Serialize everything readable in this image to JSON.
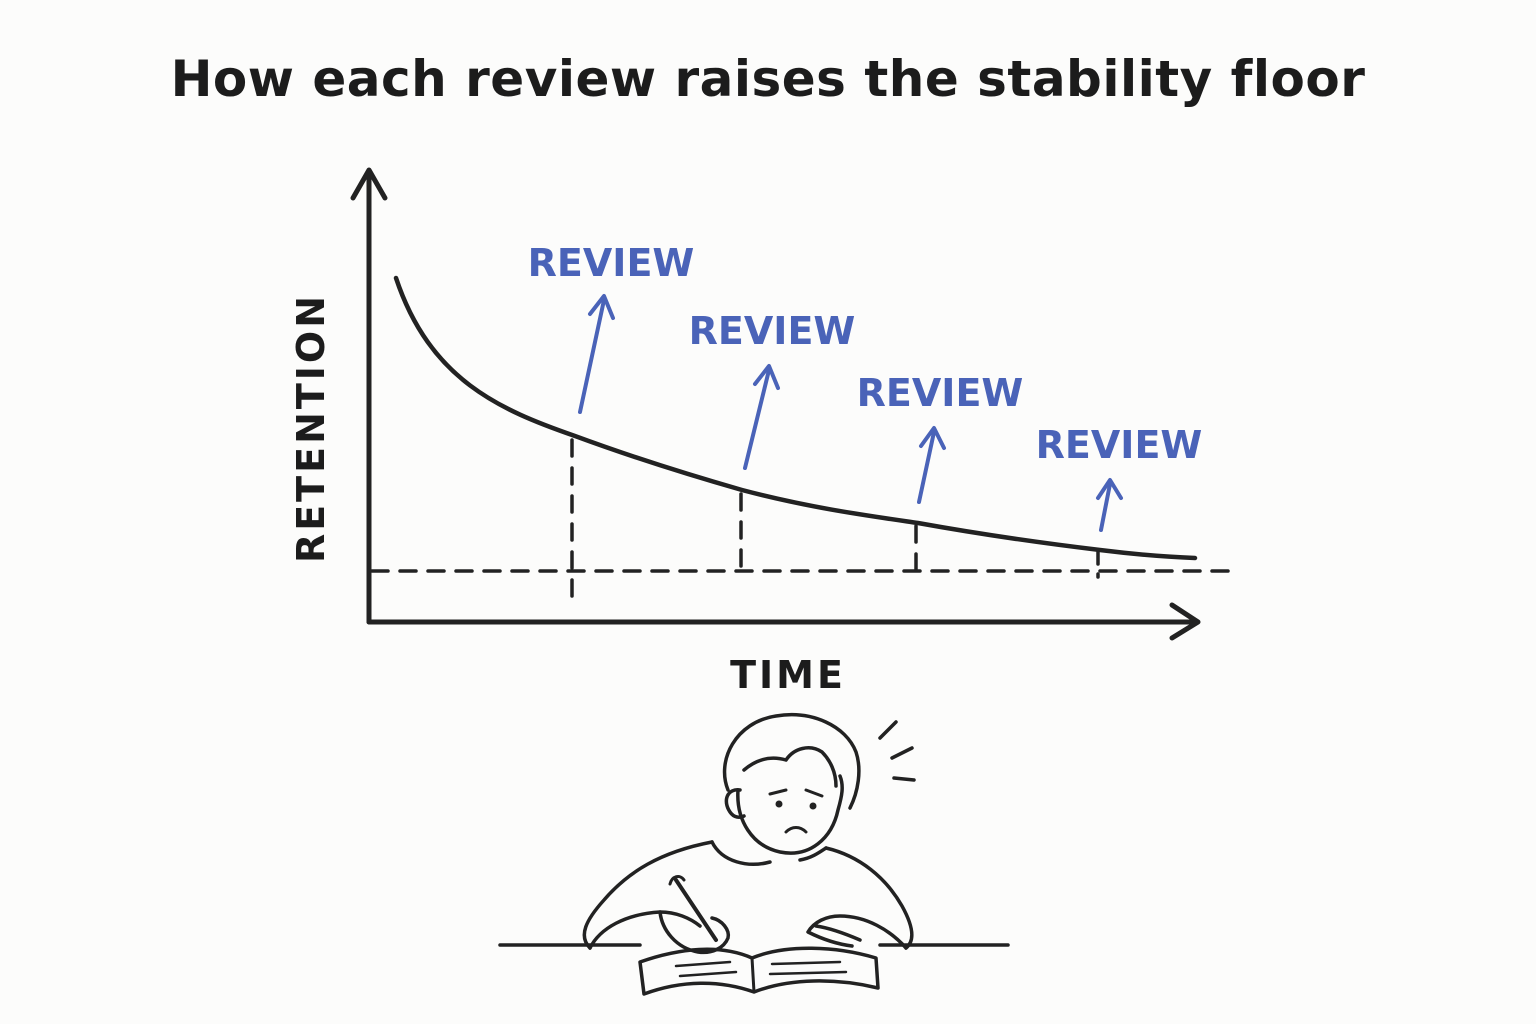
{
  "title": "How each review raises the stability floor",
  "axes": {
    "y_label": "RETENTION",
    "x_label": "TIME"
  },
  "reviews": [
    {
      "label": "REVIEW"
    },
    {
      "label": "REVIEW"
    },
    {
      "label": "REVIEW"
    },
    {
      "label": "REVIEW"
    }
  ],
  "colors": {
    "ink": "#222222",
    "review_blue": "#4a63b8",
    "background": "#fcfcfb"
  },
  "illustration": {
    "subject": "student-writing-at-desk",
    "icons": [
      "worried-face-icon",
      "notebook-icon",
      "pen-icon",
      "stress-lines-icon"
    ]
  }
}
